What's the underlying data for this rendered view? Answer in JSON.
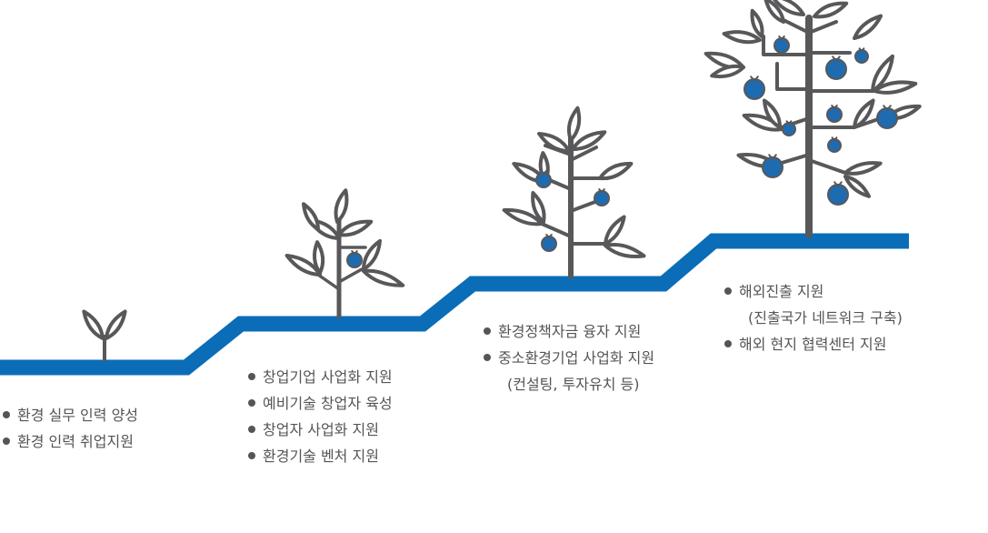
{
  "colors": {
    "step": "#0B6DB7",
    "tree": "#58585A",
    "leaf_fill": "#FFFFFF",
    "fruit": "#1F6BB0",
    "text": "#555555"
  },
  "stages": [
    {
      "items": [
        "환경 실무 인력 양성",
        "환경 인력 취업지원"
      ]
    },
    {
      "items": [
        "창업기업 사업화 지원",
        "예비기술 창업자 육성",
        "창업자 사업화 지원",
        "환경기술 벤처 지원"
      ]
    },
    {
      "items": [
        "환경정책자금 융자 지원",
        "중소환경기업 사업화 지원",
        "(컨설팅, 투자유치 등)"
      ]
    },
    {
      "items": [
        "해외진출 지원",
        "(진출국가 네트워크 구축)",
        "해외 현지 협력센터 지원"
      ]
    }
  ]
}
